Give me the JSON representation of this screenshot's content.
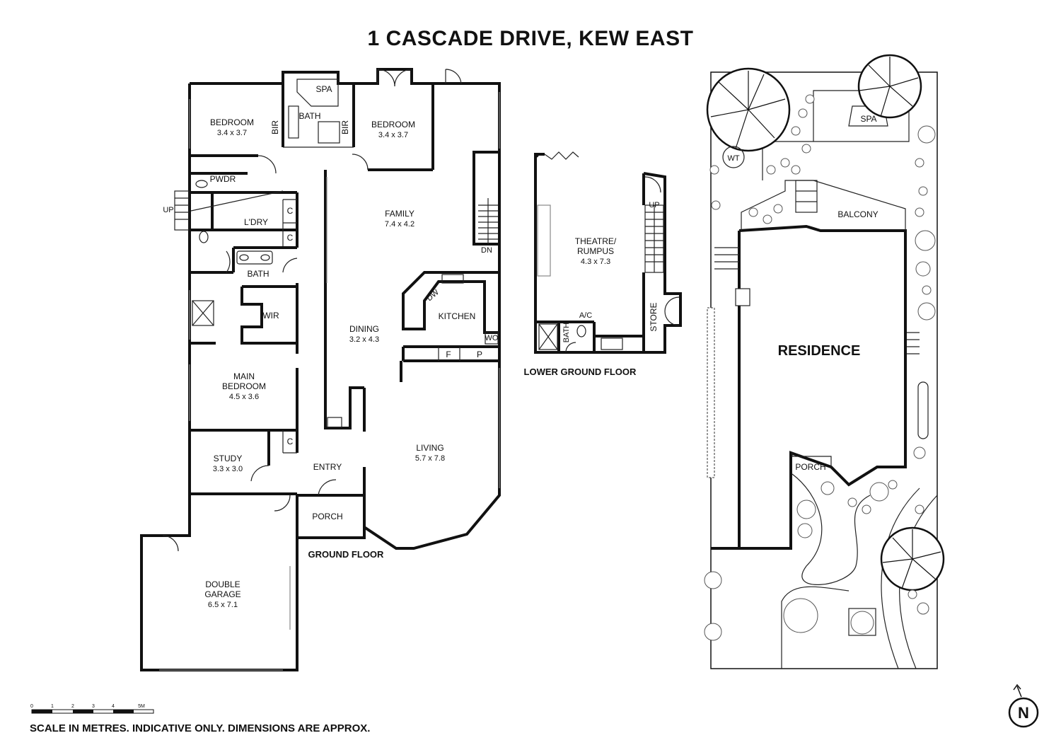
{
  "title": "1 CASCADE DRIVE, KEW EAST",
  "ground_floor": {
    "label": "GROUND FLOOR",
    "rooms": {
      "bedroom_left": {
        "name": "BEDROOM",
        "dims": "3.4 x 3.7"
      },
      "bedroom_right": {
        "name": "BEDROOM",
        "dims": "3.4 x 3.7"
      },
      "bath_top": {
        "name": "BATH"
      },
      "spa": {
        "name": "SPA"
      },
      "bir_left": {
        "name": "BIR"
      },
      "bir_right": {
        "name": "BIR"
      },
      "pwdr": {
        "name": "PWDR"
      },
      "laundry": {
        "name": "L'DRY"
      },
      "cupboard_1": {
        "name": "C"
      },
      "cupboard_2": {
        "name": "C"
      },
      "cupboard_3": {
        "name": "C"
      },
      "family": {
        "name": "FAMILY",
        "dims": "7.4 x 4.2"
      },
      "bath_ensuite": {
        "name": "BATH"
      },
      "wir": {
        "name": "WIR"
      },
      "kitchen": {
        "name": "KITCHEN"
      },
      "dw": {
        "name": "DW"
      },
      "wo": {
        "name": "WO"
      },
      "fridge": {
        "name": "F"
      },
      "pantry": {
        "name": "P"
      },
      "dining": {
        "name": "DINING",
        "dims": "3.2 x 4.3"
      },
      "main_bedroom": {
        "name": "MAIN",
        "name2": "BEDROOM",
        "dims": "4.5 x 3.6"
      },
      "study": {
        "name": "STUDY",
        "dims": "3.3 x 3.0"
      },
      "entry": {
        "name": "ENTRY"
      },
      "living": {
        "name": "LIVING",
        "dims": "5.7 x 7.8"
      },
      "porch": {
        "name": "PORCH"
      },
      "garage": {
        "name": "DOUBLE",
        "name2": "GARAGE",
        "dims": "6.5 x 7.1"
      }
    },
    "stair_up": "UP",
    "stair_dn": "DN"
  },
  "lower_ground_floor": {
    "label": "LOWER GROUND FLOOR",
    "theatre": {
      "name": "THEATRE/",
      "name2": "RUMPUS",
      "dims": "4.3 x 7.3"
    },
    "bath": "BATH",
    "ac": "A/C",
    "store": "STORE",
    "stair_up": "UP"
  },
  "site_plan": {
    "residence": "RESIDENCE",
    "balcony": "BALCONY",
    "porch": "PORCH",
    "spa": "SPA",
    "wt": "WT"
  },
  "scale": {
    "ticks": [
      "0",
      "1",
      "2",
      "3",
      "4",
      "5M"
    ],
    "note": "SCALE IN METRES. INDICATIVE ONLY. DIMENSIONS ARE APPROX."
  },
  "compass": "N"
}
